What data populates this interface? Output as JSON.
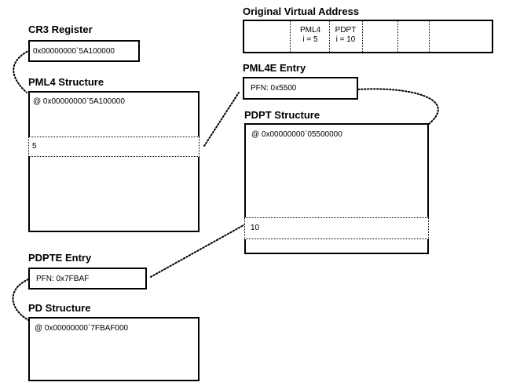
{
  "virtual_address": {
    "title": "Original Virtual Address",
    "pml4_field": {
      "name": "PML4",
      "index": "i = 5"
    },
    "pdpt_field": {
      "name": "PDPT",
      "index": "i = 10"
    }
  },
  "cr3": {
    "title": "CR3 Register",
    "value": "0x00000000`5A100000"
  },
  "pml4_structure": {
    "title": "PML4 Structure",
    "base": "@ 0x00000000`5A100000",
    "entry_index": "5"
  },
  "pml4e_entry": {
    "title": "PML4E Entry",
    "value": "PFN: 0x5500"
  },
  "pdpt_structure": {
    "title": "PDPT Structure",
    "base": "@ 0x00000000`05500000",
    "entry_index": "10"
  },
  "pdpte_entry": {
    "title": "PDPTE Entry",
    "value": "PFN: 0x7FBAF"
  },
  "pd_structure": {
    "title": "PD Structure",
    "base": "@ 0x00000000`7FBAF000"
  }
}
